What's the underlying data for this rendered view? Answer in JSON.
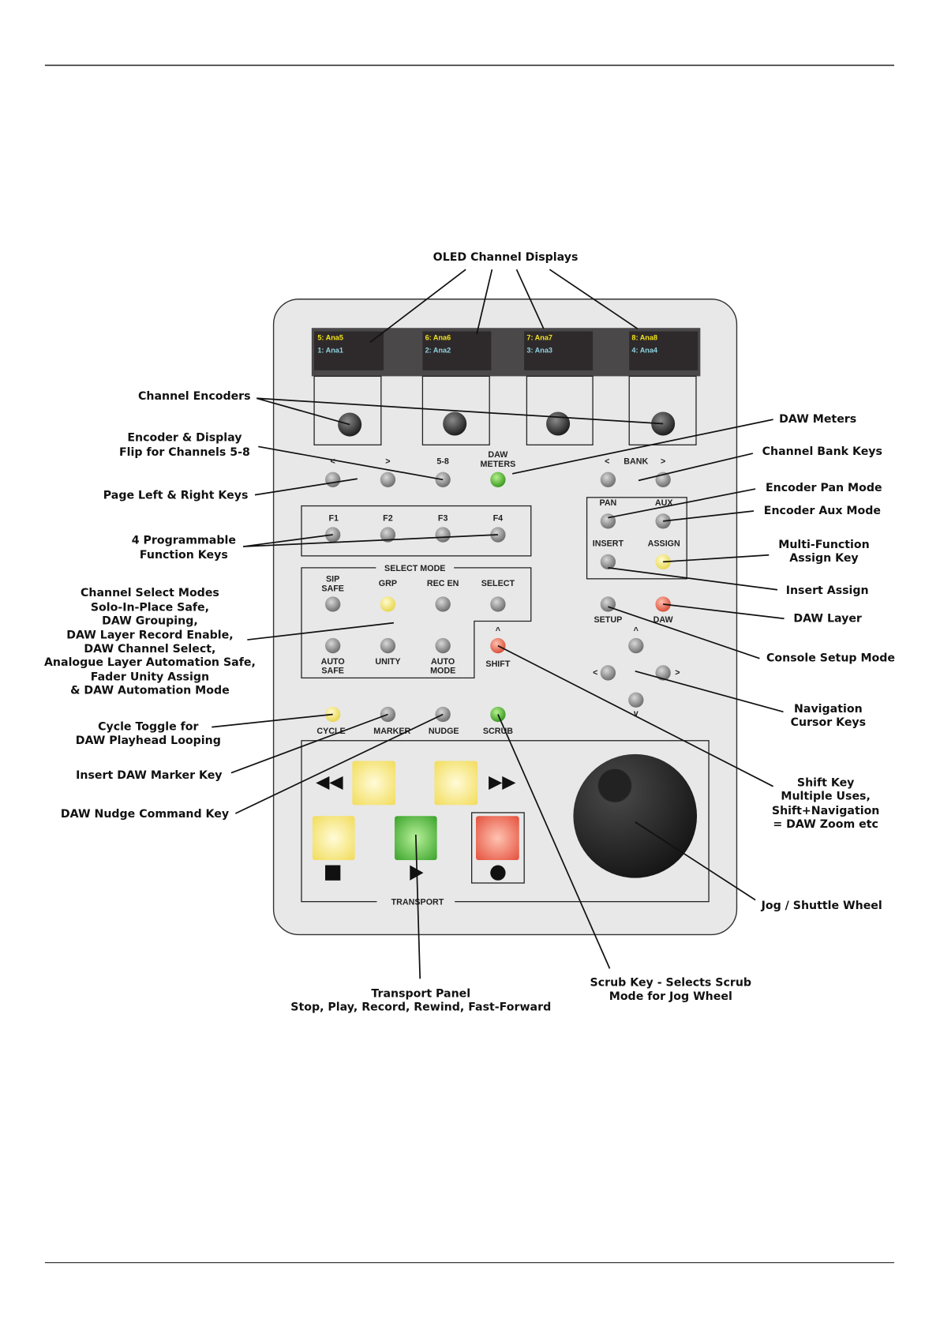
{
  "colors": {
    "panel": "#e8e8e8",
    "oled_yellow": "#f4e21c",
    "oled_cyan": "#8fd0e0",
    "led_yellow": "#fbef8c",
    "led_green": "#5fc23a",
    "led_red": "#f07a63"
  },
  "oled": [
    {
      "top": "5: Ana5",
      "bottom": "1: Ana1"
    },
    {
      "top": "6: Ana6",
      "bottom": "2: Ana2"
    },
    {
      "top": "7: Ana7",
      "bottom": "3: Ana3"
    },
    {
      "top": "8: Ana8",
      "bottom": "4: Ana4"
    }
  ],
  "panel": {
    "page_left": "<",
    "page_right": ">",
    "flip": "5-8",
    "daw_meters": [
      "DAW",
      "METERS"
    ],
    "bank": {
      "left": "<",
      "label": "BANK",
      "right": ">"
    },
    "fkeys": [
      "F1",
      "F2",
      "F3",
      "F4"
    ],
    "select_mode_title": "SELECT MODE",
    "sip_safe": [
      "SIP",
      "SAFE"
    ],
    "grp": "GRP",
    "rec_en": "REC EN",
    "select": "SELECT",
    "auto_safe": [
      "AUTO",
      "SAFE"
    ],
    "unity": "UNITY",
    "auto_mode": [
      "AUTO",
      "MODE"
    ],
    "shift_arrow": "^",
    "shift": "SHIFT",
    "pan": "PAN",
    "aux": "AUX",
    "insert": "INSERT",
    "assign": "ASSIGN",
    "setup": "SETUP",
    "daw": "DAW",
    "nav": {
      "up": "^",
      "left": "<",
      "right": ">",
      "down": "v"
    },
    "cycle": "CYCLE",
    "marker": "MARKER",
    "nudge": "NUDGE",
    "scrub": "SCRUB",
    "transport": "TRANSPORT"
  },
  "callouts": {
    "oled": "OLED Channel Displays",
    "encoders": "Channel Encoders",
    "flip": [
      "Encoder & Display",
      "Flip for Channels  5-8"
    ],
    "page": "Page Left & Right Keys",
    "fkeys": [
      "4 Programmable",
      "Function Keys"
    ],
    "select_modes": [
      "Channel Select Modes",
      "Solo-In-Place Safe,",
      "DAW Grouping,",
      "DAW Layer Record Enable,",
      "DAW Channel Select,",
      "Analogue Layer Automation Safe,",
      "Fader Unity Assign",
      "& DAW Automation Mode"
    ],
    "cycle": [
      "Cycle Toggle for",
      "DAW Playhead Looping"
    ],
    "marker": "Insert DAW Marker Key",
    "nudge": "DAW Nudge Command Key",
    "transport": [
      "Transport Panel",
      "Stop, Play, Record, Rewind, Fast-Forward"
    ],
    "scrub": [
      "Scrub Key - Selects Scrub",
      "Mode for Jog Wheel"
    ],
    "daw_meters": "DAW Meters",
    "bank": "Channel Bank Keys",
    "pan": "Encoder Pan Mode",
    "aux": "Encoder Aux Mode",
    "assign": [
      "Multi-Function",
      "Assign Key"
    ],
    "insert": "Insert Assign",
    "daw_layer": "DAW Layer",
    "setup": "Console Setup Mode",
    "nav": [
      "Navigation",
      "Cursor Keys"
    ],
    "shift": [
      "Shift Key",
      "Multiple Uses,",
      "Shift+Navigation",
      "= DAW Zoom etc"
    ],
    "jog": "Jog / Shuttle Wheel"
  }
}
